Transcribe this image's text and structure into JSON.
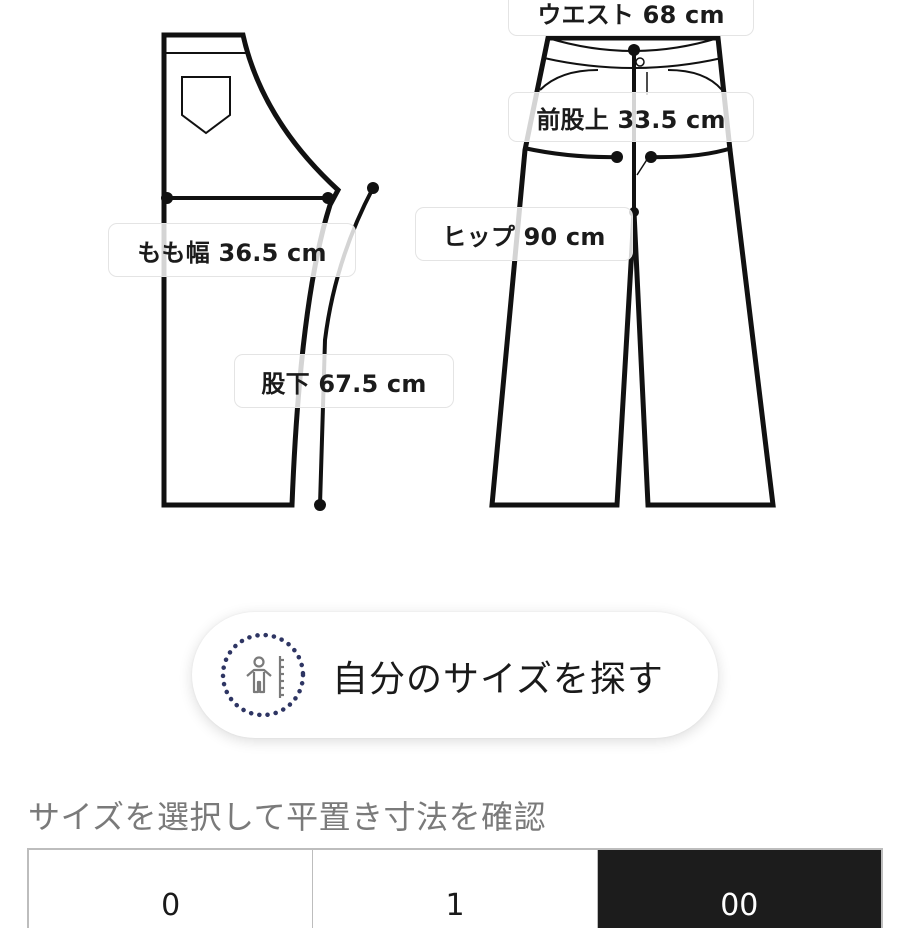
{
  "diagram": {
    "labels": {
      "waist": "ウエスト 68 cm",
      "front_rise": "前股上 33.5 cm",
      "hip": "ヒップ 90 cm",
      "thigh_width": "もも幅 36.5 cm",
      "inseam": "股下 67.5 cm"
    }
  },
  "find_size_button": {
    "label": "自分のサイズを探す",
    "icon": "body-measure-icon",
    "icon_ring_color": "#2e3563",
    "icon_color": "#7a7a7a"
  },
  "size_section": {
    "title": "サイズを選択して平置き寸法を確認",
    "tabs": [
      {
        "label": "0",
        "selected": false
      },
      {
        "label": "1",
        "selected": false
      },
      {
        "label": "00",
        "selected": true
      }
    ]
  },
  "colors": {
    "line": "#111111",
    "selected_tab_bg": "#1c1c1c",
    "section_title": "#7a7a7a"
  }
}
